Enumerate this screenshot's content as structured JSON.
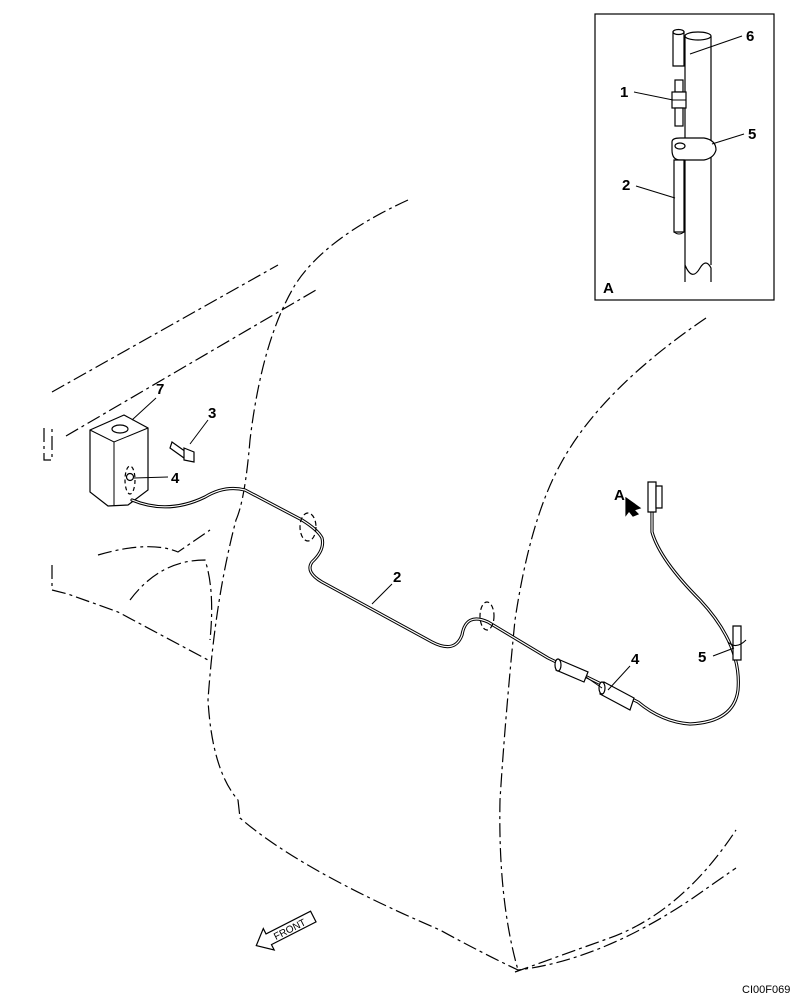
{
  "detail_view": {
    "letter": "A",
    "callouts": {
      "c1": "1",
      "c2": "2",
      "c5": "5",
      "c6": "6"
    }
  },
  "main_view": {
    "callouts": {
      "c7": "7",
      "c3": "3",
      "c4_upper": "4",
      "c2": "2",
      "c4_lower": "4",
      "c5": "5"
    },
    "view_ref": "A"
  },
  "front_arrow": {
    "label": "FRONT"
  },
  "drawing_code": "CI00F069"
}
